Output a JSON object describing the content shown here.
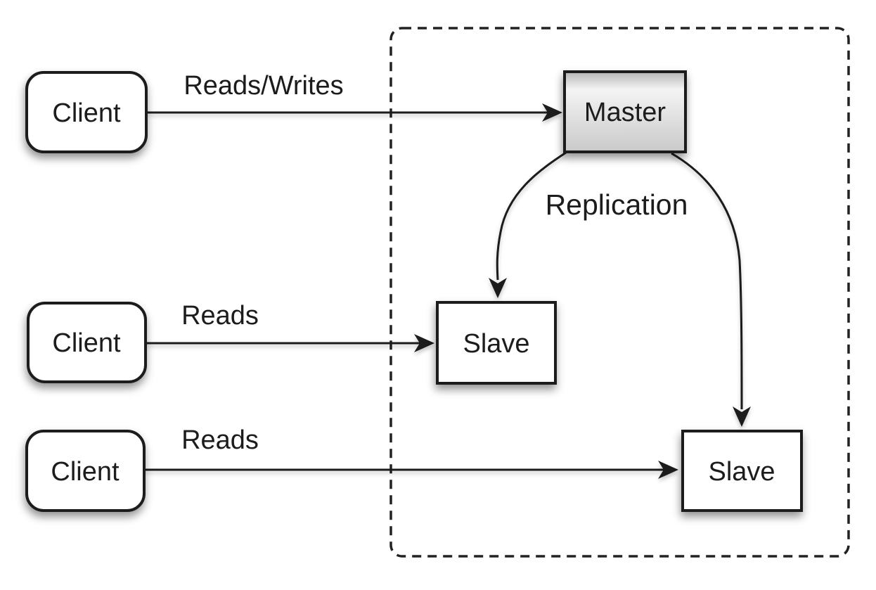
{
  "nodes": {
    "client1": {
      "label": "Client"
    },
    "client2": {
      "label": "Client"
    },
    "client3": {
      "label": "Client"
    },
    "master": {
      "label": "Master"
    },
    "slave1": {
      "label": "Slave"
    },
    "slave2": {
      "label": "Slave"
    }
  },
  "edges": {
    "client1_to_master": {
      "label": "Reads/Writes"
    },
    "client2_to_slave1": {
      "label": "Reads"
    },
    "client3_to_slave2": {
      "label": "Reads"
    },
    "master_to_slaves": {
      "label": "Replication"
    }
  },
  "colors": {
    "background": "#ffffff",
    "stroke": "#1a1a1a",
    "node_fill": "#ffffff",
    "master_gradient_top": "#b5b5b5",
    "master_gradient_highlight": "#f4f4f4",
    "master_gradient_bottom": "#c9c9c9",
    "text": "#1c1c1c"
  }
}
